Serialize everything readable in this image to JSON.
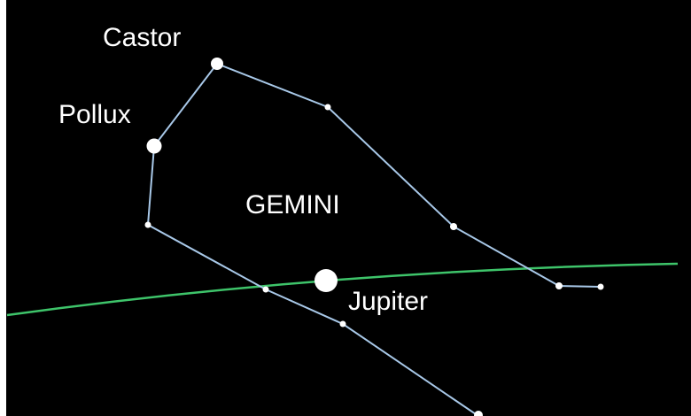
{
  "colors": {
    "background": "#000000",
    "constellation_lines": "#a8c8e8",
    "ecliptic": "#3ec46a",
    "star": "#ffffff",
    "label": "#ffffff"
  },
  "labels": {
    "castor": "Castor",
    "pollux": "Pollux",
    "constellation": "GEMINI",
    "jupiter": "Jupiter"
  }
}
